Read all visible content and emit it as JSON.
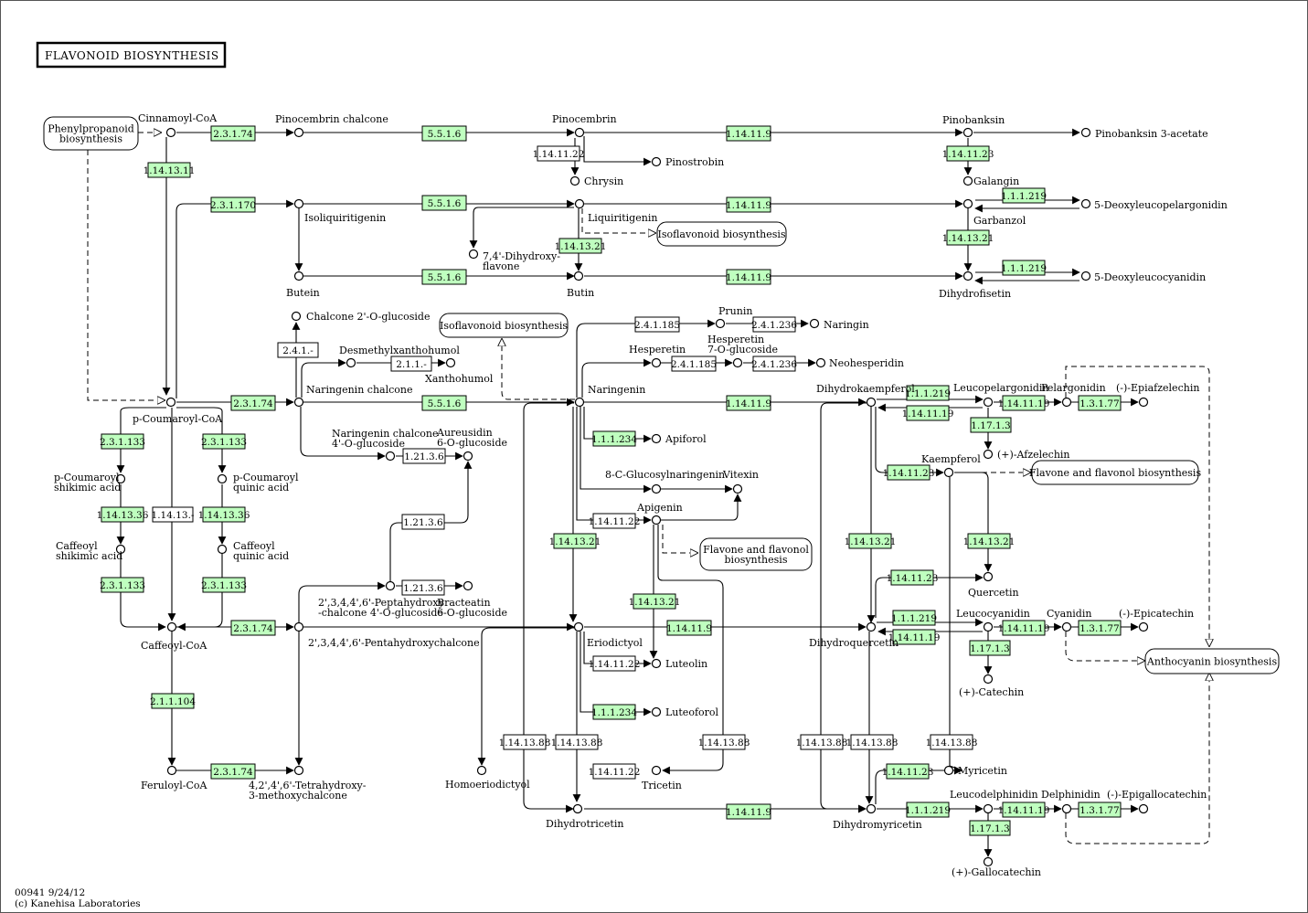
{
  "title": "FLAVONOID BIOSYNTHESIS",
  "footer": {
    "map_id": "00941 9/24/12",
    "copyright": "(c) Kanehisa Laboratories"
  },
  "colors": {
    "enzyme_present": "#bfffbf",
    "enzyme_absent": "#ffffff",
    "line": "#000000"
  },
  "maps": [
    {
      "id": "m-phenyl",
      "lines": [
        "Phenylpropanoid",
        "biosynthesis"
      ]
    },
    {
      "id": "m-iso1",
      "lines": [
        "Isoflavonoid biosynthesis"
      ]
    },
    {
      "id": "m-iso2",
      "lines": [
        "Isoflavonoid biosynthesis"
      ]
    },
    {
      "id": "m-flav1",
      "lines": [
        "Flavone and flavonol",
        "biosynthesis"
      ]
    },
    {
      "id": "m-flav2",
      "lines": [
        "Flavone and flavonol biosynthesis"
      ]
    },
    {
      "id": "m-antho",
      "lines": [
        "Anthocyanin biosynthesis"
      ]
    }
  ],
  "compounds": [
    {
      "id": "c1",
      "lines": [
        "Cinnamoyl-CoA"
      ]
    },
    {
      "id": "c2",
      "lines": [
        "Pinocembrin chalcone"
      ]
    },
    {
      "id": "c3",
      "lines": [
        "Pinocembrin"
      ]
    },
    {
      "id": "c4",
      "lines": [
        "Pinobanksin"
      ]
    },
    {
      "id": "c5",
      "lines": [
        "Pinobanksin 3-acetate"
      ]
    },
    {
      "id": "c6",
      "lines": [
        "Pinostrobin"
      ]
    },
    {
      "id": "c7",
      "lines": [
        "Chrysin"
      ]
    },
    {
      "id": "c8",
      "lines": [
        "Galangin"
      ]
    },
    {
      "id": "c9",
      "lines": [
        "Isoliquiritigenin"
      ]
    },
    {
      "id": "c10",
      "lines": [
        "Liquiritigenin"
      ]
    },
    {
      "id": "c11",
      "lines": [
        "Garbanzol"
      ]
    },
    {
      "id": "c12",
      "lines": [
        "5-Deoxyleucopelargonidin"
      ]
    },
    {
      "id": "c13",
      "lines": [
        "7,4'-Dihydroxy-",
        "flavone"
      ]
    },
    {
      "id": "c14",
      "lines": [
        "Butein"
      ]
    },
    {
      "id": "c15",
      "lines": [
        "Butin"
      ]
    },
    {
      "id": "c16",
      "lines": [
        "Dihydrofisetin"
      ]
    },
    {
      "id": "c17",
      "lines": [
        "5-Deoxyleucocyanidin"
      ]
    },
    {
      "id": "c18",
      "lines": [
        "Chalcone 2'-O-glucoside"
      ]
    },
    {
      "id": "c19",
      "lines": [
        "Prunin"
      ]
    },
    {
      "id": "c20",
      "lines": [
        "Naringin"
      ]
    },
    {
      "id": "c21",
      "lines": [
        "Desmethylxanthohumol"
      ]
    },
    {
      "id": "c22",
      "lines": [
        "Xanthohumol"
      ]
    },
    {
      "id": "c23",
      "lines": [
        "Hesperetin"
      ]
    },
    {
      "id": "c24",
      "lines": [
        "Hesperetin",
        "7-O-glucoside"
      ]
    },
    {
      "id": "c25",
      "lines": [
        "Neohesperidin"
      ]
    },
    {
      "id": "c26",
      "lines": [
        "p-Coumaroyl-CoA"
      ]
    },
    {
      "id": "c27",
      "lines": [
        "Naringenin chalcone"
      ]
    },
    {
      "id": "c28",
      "lines": [
        "Naringenin"
      ]
    },
    {
      "id": "c29",
      "lines": [
        "Dihydrokaempferol"
      ]
    },
    {
      "id": "c30",
      "lines": [
        "Leucopelargonidin"
      ]
    },
    {
      "id": "c31",
      "lines": [
        "Pelargonidin"
      ]
    },
    {
      "id": "c32",
      "lines": [
        "(-)-Epiafzelechin"
      ]
    },
    {
      "id": "c33",
      "lines": [
        "Naringenin chalcone",
        "4'-O-glucoside"
      ]
    },
    {
      "id": "c34",
      "lines": [
        "Aureusidin",
        "6-O-glucoside"
      ]
    },
    {
      "id": "c35",
      "lines": [
        "Apiforol"
      ]
    },
    {
      "id": "c36",
      "lines": [
        "(+)-Afzelechin"
      ]
    },
    {
      "id": "c37",
      "lines": [
        "p-Coumaroyl",
        "shikimic acid"
      ]
    },
    {
      "id": "c38",
      "lines": [
        "p-Coumaroyl",
        "quinic acid"
      ]
    },
    {
      "id": "c39",
      "lines": [
        "Kaempferol"
      ]
    },
    {
      "id": "c40",
      "lines": [
        "8-C-Glucosylnaringenin"
      ]
    },
    {
      "id": "c41",
      "lines": [
        "Vitexin"
      ]
    },
    {
      "id": "c42",
      "lines": [
        "Apigenin"
      ]
    },
    {
      "id": "c43",
      "lines": [
        "Caffeoyl",
        "shikimic acid"
      ]
    },
    {
      "id": "c44",
      "lines": [
        "Caffeoyl",
        "quinic acid"
      ]
    },
    {
      "id": "c45",
      "lines": [
        "Quercetin"
      ]
    },
    {
      "id": "c46",
      "lines": [
        "2',3,4,4',6'-Peptahydroxy",
        "-chalcone 4'-O-glucoside"
      ]
    },
    {
      "id": "c47",
      "lines": [
        "Bracteatin",
        "6-O-glucoside"
      ]
    },
    {
      "id": "c48",
      "lines": [
        "Caffeoyl-CoA"
      ]
    },
    {
      "id": "c49",
      "lines": [
        "2',3,4,4',6'-Pentahydroxychalcone"
      ]
    },
    {
      "id": "c50",
      "lines": [
        "Eriodictyol"
      ]
    },
    {
      "id": "c51",
      "lines": [
        "Dihydroquercetin"
      ]
    },
    {
      "id": "c52",
      "lines": [
        "Leucocyanidin"
      ]
    },
    {
      "id": "c53",
      "lines": [
        "Cyanidin"
      ]
    },
    {
      "id": "c54",
      "lines": [
        "(-)-Epicatechin"
      ]
    },
    {
      "id": "c55",
      "lines": [
        "Luteolin"
      ]
    },
    {
      "id": "c56",
      "lines": [
        "(+)-Catechin"
      ]
    },
    {
      "id": "c57",
      "lines": [
        "Luteoforol"
      ]
    },
    {
      "id": "c58",
      "lines": [
        "Myricetin"
      ]
    },
    {
      "id": "c59",
      "lines": [
        "Feruloyl-CoA"
      ]
    },
    {
      "id": "c60",
      "lines": [
        "4,2',4',6'-Tetrahydroxy-",
        "3-methoxychalcone"
      ]
    },
    {
      "id": "c61",
      "lines": [
        "Homoeriodictyol"
      ]
    },
    {
      "id": "c62",
      "lines": [
        "Tricetin"
      ]
    },
    {
      "id": "c63",
      "lines": [
        "Dihydrotricetin"
      ]
    },
    {
      "id": "c64",
      "lines": [
        "Dihydromyricetin"
      ]
    },
    {
      "id": "c65",
      "lines": [
        "Leucodelphinidin"
      ]
    },
    {
      "id": "c66",
      "lines": [
        "Delphinidin"
      ]
    },
    {
      "id": "c67",
      "lines": [
        "(-)-Epigallocatechin"
      ]
    },
    {
      "id": "c68",
      "lines": [
        "(+)-Gallocatechin"
      ]
    }
  ],
  "enzymes": [
    {
      "id": "e1",
      "label": "2.3.1.74",
      "present": true
    },
    {
      "id": "e2",
      "label": "5.5.1.6",
      "present": true
    },
    {
      "id": "e3",
      "label": "1.14.11.9",
      "present": true
    },
    {
      "id": "e4",
      "label": "1.14.11.22",
      "present": false
    },
    {
      "id": "e5",
      "label": "1.14.11.23",
      "present": true
    },
    {
      "id": "e6",
      "label": "1.14.13.11",
      "present": true
    },
    {
      "id": "e7",
      "label": "2.3.1.170",
      "present": true
    },
    {
      "id": "e8",
      "label": "5.5.1.6",
      "present": true
    },
    {
      "id": "e9",
      "label": "1.14.11.9",
      "present": true
    },
    {
      "id": "e10",
      "label": "1.1.1.219",
      "present": true
    },
    {
      "id": "e11",
      "label": "1.14.13.21",
      "present": true
    },
    {
      "id": "e12",
      "label": "1.14.13.21",
      "present": true
    },
    {
      "id": "e13",
      "label": "5.5.1.6",
      "present": true
    },
    {
      "id": "e14",
      "label": "1.14.11.9",
      "present": true
    },
    {
      "id": "e15",
      "label": "1.1.1.219",
      "present": true
    },
    {
      "id": "e16",
      "label": "2.4.1.185",
      "present": false
    },
    {
      "id": "e17",
      "label": "2.4.1.236",
      "present": false
    },
    {
      "id": "e18",
      "label": "2.4.1.-",
      "present": false
    },
    {
      "id": "e19",
      "label": "2.1.1.-",
      "present": false
    },
    {
      "id": "e20",
      "label": "2.4.1.185",
      "present": false
    },
    {
      "id": "e21",
      "label": "2.4.1.236",
      "present": false
    },
    {
      "id": "e22",
      "label": "2.3.1.74",
      "present": true
    },
    {
      "id": "e23",
      "label": "5.5.1.6",
      "present": true
    },
    {
      "id": "e24",
      "label": "1.14.11.9",
      "present": true
    },
    {
      "id": "e25",
      "label": "1.1.1.219",
      "present": true
    },
    {
      "id": "e26",
      "label": "1.14.11.19",
      "present": true
    },
    {
      "id": "e27",
      "label": "1.14.11.19",
      "present": true
    },
    {
      "id": "e28",
      "label": "1.3.1.77",
      "present": true
    },
    {
      "id": "e29",
      "label": "2.3.1.133",
      "present": true
    },
    {
      "id": "e30",
      "label": "2.3.1.133",
      "present": true
    },
    {
      "id": "e31",
      "label": "1.21.3.6",
      "present": false
    },
    {
      "id": "e32",
      "label": "1.1.1.234",
      "present": true
    },
    {
      "id": "e33",
      "label": "1.17.1.3",
      "present": true
    },
    {
      "id": "e34",
      "label": "1.14.11.23",
      "present": true
    },
    {
      "id": "e35",
      "label": "1.14.13.36",
      "present": true
    },
    {
      "id": "e36",
      "label": "1.14.13.-",
      "present": false
    },
    {
      "id": "e37",
      "label": "1.14.13.36",
      "present": true
    },
    {
      "id": "e38",
      "label": "1.14.11.22",
      "present": false
    },
    {
      "id": "e39",
      "label": "1.21.3.6",
      "present": false
    },
    {
      "id": "e40",
      "label": "1.14.13.21",
      "present": true
    },
    {
      "id": "e41",
      "label": "1.14.13.21",
      "present": true
    },
    {
      "id": "e42",
      "label": "1.14.13.21",
      "present": true
    },
    {
      "id": "e43",
      "label": "1.14.11.23",
      "present": true
    },
    {
      "id": "e44",
      "label": "2.3.1.133",
      "present": true
    },
    {
      "id": "e45",
      "label": "2.3.1.133",
      "present": true
    },
    {
      "id": "e46",
      "label": "1.21.3.6",
      "present": false
    },
    {
      "id": "e47",
      "label": "1.14.13.21",
      "present": true
    },
    {
      "id": "e48",
      "label": "2.3.1.74",
      "present": true
    },
    {
      "id": "e49",
      "label": "1.14.11.9",
      "present": true
    },
    {
      "id": "e50",
      "label": "1.1.1.219",
      "present": true
    },
    {
      "id": "e51",
      "label": "1.14.11.19",
      "present": true
    },
    {
      "id": "e52",
      "label": "1.14.11.19",
      "present": true
    },
    {
      "id": "e53",
      "label": "1.3.1.77",
      "present": true
    },
    {
      "id": "e54",
      "label": "1.14.11.22",
      "present": false
    },
    {
      "id": "e55",
      "label": "1.17.1.3",
      "present": true
    },
    {
      "id": "e56",
      "label": "2.1.1.104",
      "present": true
    },
    {
      "id": "e57",
      "label": "1.1.1.234",
      "present": true
    },
    {
      "id": "e58",
      "label": "1.14.13.88",
      "present": false
    },
    {
      "id": "e59",
      "label": "1.14.13.88",
      "present": false
    },
    {
      "id": "e60",
      "label": "1.14.13.88",
      "present": false
    },
    {
      "id": "e61",
      "label": "1.14.13.88",
      "present": false
    },
    {
      "id": "e62",
      "label": "1.14.13.88",
      "present": false
    },
    {
      "id": "e63",
      "label": "1.14.13.88",
      "present": false
    },
    {
      "id": "e64",
      "label": "1.14.11.23",
      "present": true
    },
    {
      "id": "e65",
      "label": "2.3.1.74",
      "present": true
    },
    {
      "id": "e66",
      "label": "1.14.11.22",
      "present": false
    },
    {
      "id": "e67",
      "label": "1.14.11.9",
      "present": true
    },
    {
      "id": "e68",
      "label": "1.1.1.219",
      "present": true
    },
    {
      "id": "e69",
      "label": "1.14.11.19",
      "present": true
    },
    {
      "id": "e70",
      "label": "1.3.1.77",
      "present": true
    },
    {
      "id": "e71",
      "label": "1.17.1.3",
      "present": true
    }
  ]
}
